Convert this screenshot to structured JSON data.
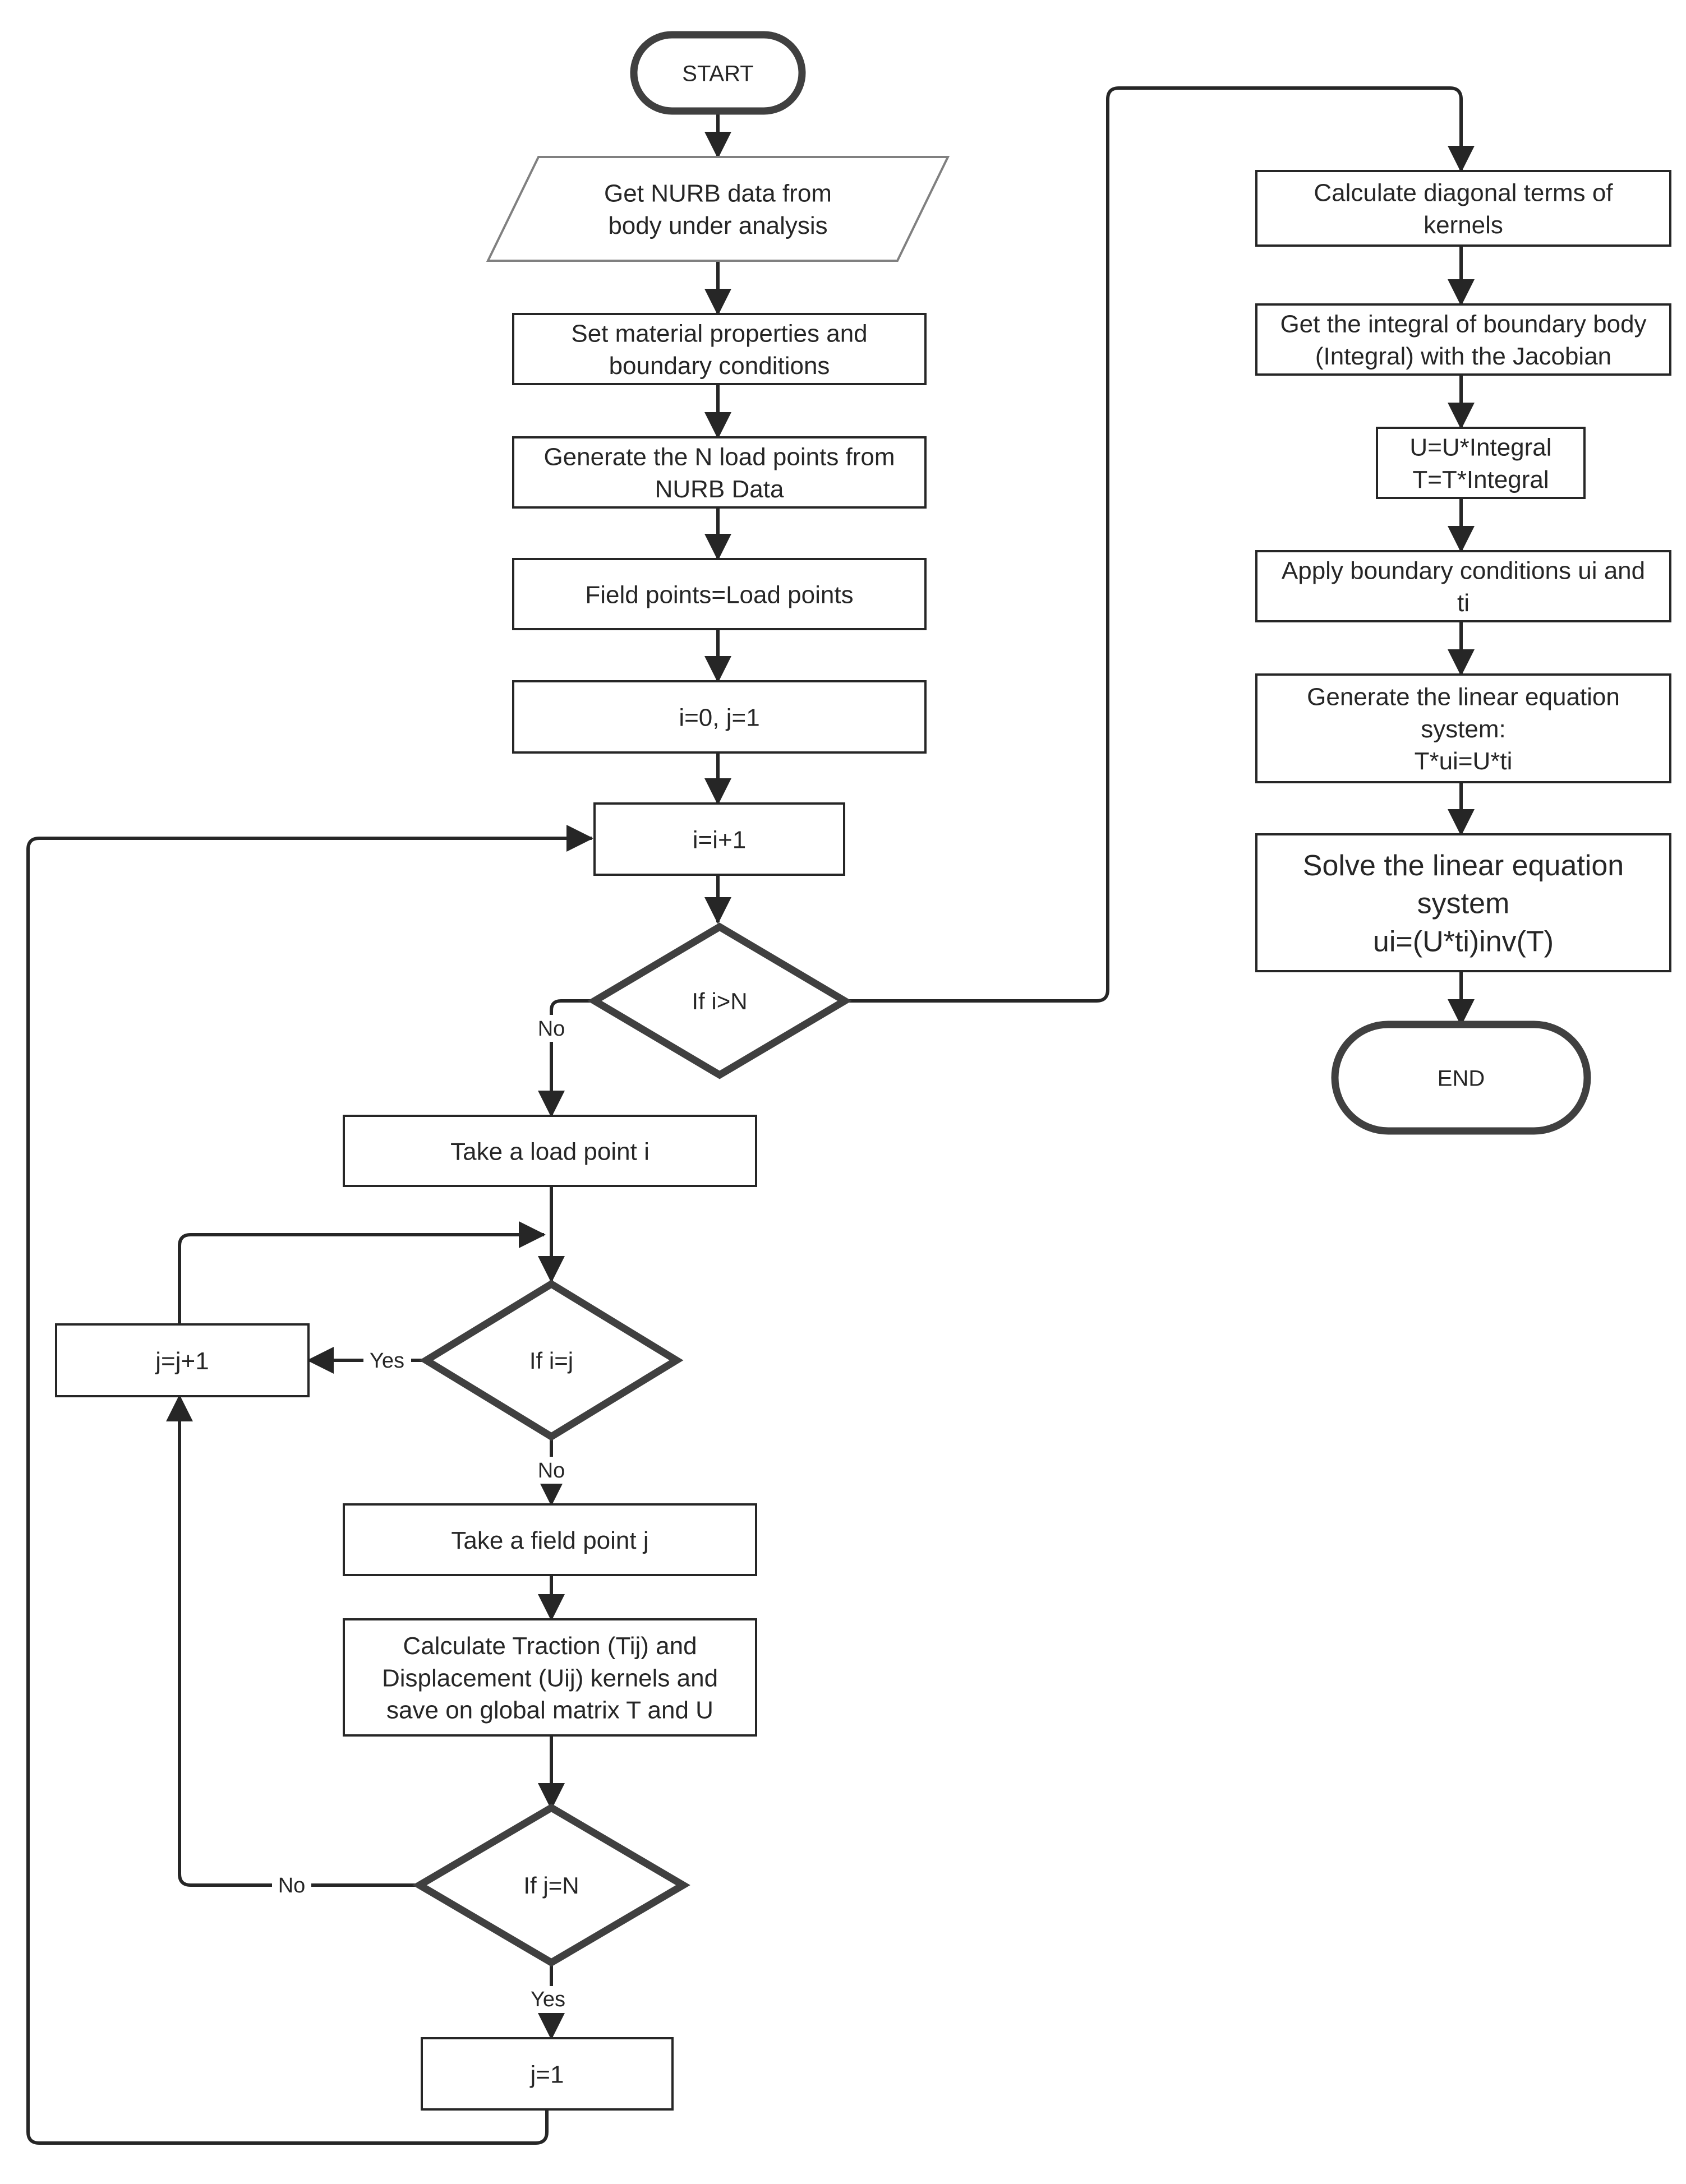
{
  "nodes": {
    "start": {
      "shape": "terminator",
      "lines": [
        "START"
      ]
    },
    "get_nurb": {
      "shape": "data",
      "lines": [
        "Get NURB data from",
        "body under analysis"
      ]
    },
    "set_material": {
      "shape": "process",
      "lines": [
        "Set material properties and",
        "boundary conditions"
      ]
    },
    "generate_load_points": {
      "shape": "process",
      "lines": [
        "Generate the N load points from",
        "NURB Data"
      ]
    },
    "field_points": {
      "shape": "process",
      "lines": [
        "Field points=Load points"
      ]
    },
    "init_ij": {
      "shape": "process",
      "lines": [
        "i=0, j=1"
      ]
    },
    "inc_i": {
      "shape": "process",
      "lines": [
        "i=i+1"
      ]
    },
    "if_i_gt_n": {
      "shape": "decision",
      "lines": [
        "If i>N"
      ]
    },
    "take_load_point": {
      "shape": "process",
      "lines": [
        "Take a load point i"
      ]
    },
    "if_i_eq_j": {
      "shape": "decision",
      "lines": [
        "If i=j"
      ]
    },
    "inc_j": {
      "shape": "process",
      "lines": [
        "j=j+1"
      ]
    },
    "take_field_point": {
      "shape": "process",
      "lines": [
        "Take a field point j"
      ]
    },
    "calc_kernels": {
      "shape": "process",
      "lines": [
        "Calculate Traction (Tij) and",
        "Displacement (Uij) kernels and",
        "save on global matrix T and U"
      ]
    },
    "if_j_eq_n": {
      "shape": "decision",
      "lines": [
        "If j=N"
      ]
    },
    "reset_j": {
      "shape": "process",
      "lines": [
        "j=1"
      ]
    },
    "calc_diagonal": {
      "shape": "process",
      "lines": [
        "Calculate diagonal terms of",
        "kernels"
      ]
    },
    "get_integral": {
      "shape": "process",
      "lines": [
        "Get the integral of boundary body",
        "(Integral) with the Jacobian"
      ]
    },
    "u_t_integral": {
      "shape": "process",
      "lines": [
        "U=U*Integral",
        "T=T*Integral"
      ]
    },
    "apply_bc": {
      "shape": "process",
      "lines": [
        "Apply boundary conditions ui and",
        "ti"
      ]
    },
    "generate_linear_system": {
      "shape": "process",
      "lines": [
        "Generate the linear equation",
        "system:",
        "T*ui=U*ti"
      ]
    },
    "solve_system": {
      "shape": "process",
      "lines": [
        "Solve the linear equation",
        "system",
        "ui=(U*ti)inv(T)"
      ]
    },
    "end": {
      "shape": "terminator",
      "lines": [
        "END"
      ]
    }
  },
  "edge_labels": {
    "i_gt_n_no": "No",
    "i_eq_j_yes": "Yes",
    "i_eq_j_no": "No",
    "j_eq_n_no": "No",
    "j_eq_n_yes": "Yes"
  },
  "colors": {
    "background": "#ffffff",
    "stroke": "#262626",
    "text": "#262626",
    "shape_outline": "#404040",
    "data_outline": "#808080"
  }
}
